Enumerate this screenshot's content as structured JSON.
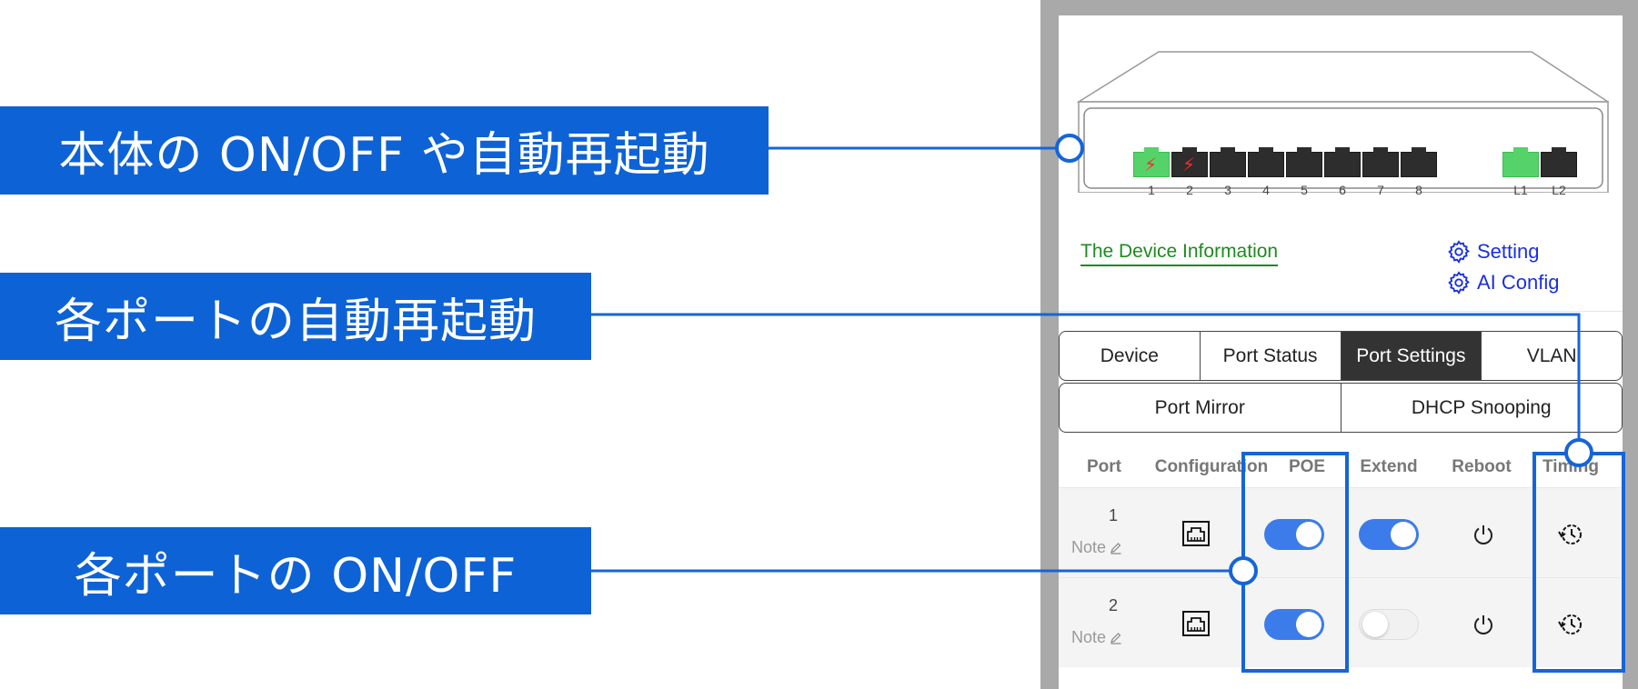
{
  "callouts": {
    "power": "本体の ON/OFF や自動再起動",
    "port_reboot": "各ポートの自動再起動",
    "port_power": "各ポートの ON/OFF"
  },
  "device": {
    "ports": [
      {
        "label": "1",
        "active": true,
        "poe": true
      },
      {
        "label": "2",
        "active": false,
        "poe": true
      },
      {
        "label": "3",
        "active": false,
        "poe": false
      },
      {
        "label": "4",
        "active": false,
        "poe": false
      },
      {
        "label": "5",
        "active": false,
        "poe": false
      },
      {
        "label": "6",
        "active": false,
        "poe": false
      },
      {
        "label": "7",
        "active": false,
        "poe": false
      },
      {
        "label": "8",
        "active": false,
        "poe": false
      }
    ],
    "uplinks": [
      {
        "label": "L1",
        "active": true
      },
      {
        "label": "L2",
        "active": false
      }
    ]
  },
  "links": {
    "device_info": "The Device Information",
    "setting": "Setting",
    "ai_config": "AI Config"
  },
  "tabs": {
    "row1": [
      "Device",
      "Port Status",
      "Port Settings",
      "VLAN"
    ],
    "row2": [
      "Port Mirror",
      "DHCP Snooping"
    ],
    "active": "Port Settings"
  },
  "table": {
    "headers": {
      "port": "Port",
      "configuration": "Configuration",
      "poe": "POE",
      "extend": "Extend",
      "reboot": "Reboot",
      "timing": "Timing"
    },
    "rows": [
      {
        "port": "1",
        "note": "Note",
        "poe_on": true,
        "extend_on": true
      },
      {
        "port": "2",
        "note": "Note",
        "poe_on": true,
        "extend_on": false
      }
    ]
  },
  "colors": {
    "callout_bg": "#0d62d6",
    "accent_line": "#1565d8",
    "toggle_on": "#3b7cea",
    "port_active": "#55d26a",
    "link_green": "#1f8a1f",
    "link_blue": "#1a2fe0",
    "tab_active_bg": "#333333"
  },
  "icons": {
    "setting": "gear-icon",
    "ai_config": "gear-icon",
    "note": "pencil-icon",
    "configuration": "ethernet-port-icon",
    "reboot": "power-icon",
    "timing": "timer-clock-icon",
    "poe_port": "lightning-bolt-icon"
  }
}
